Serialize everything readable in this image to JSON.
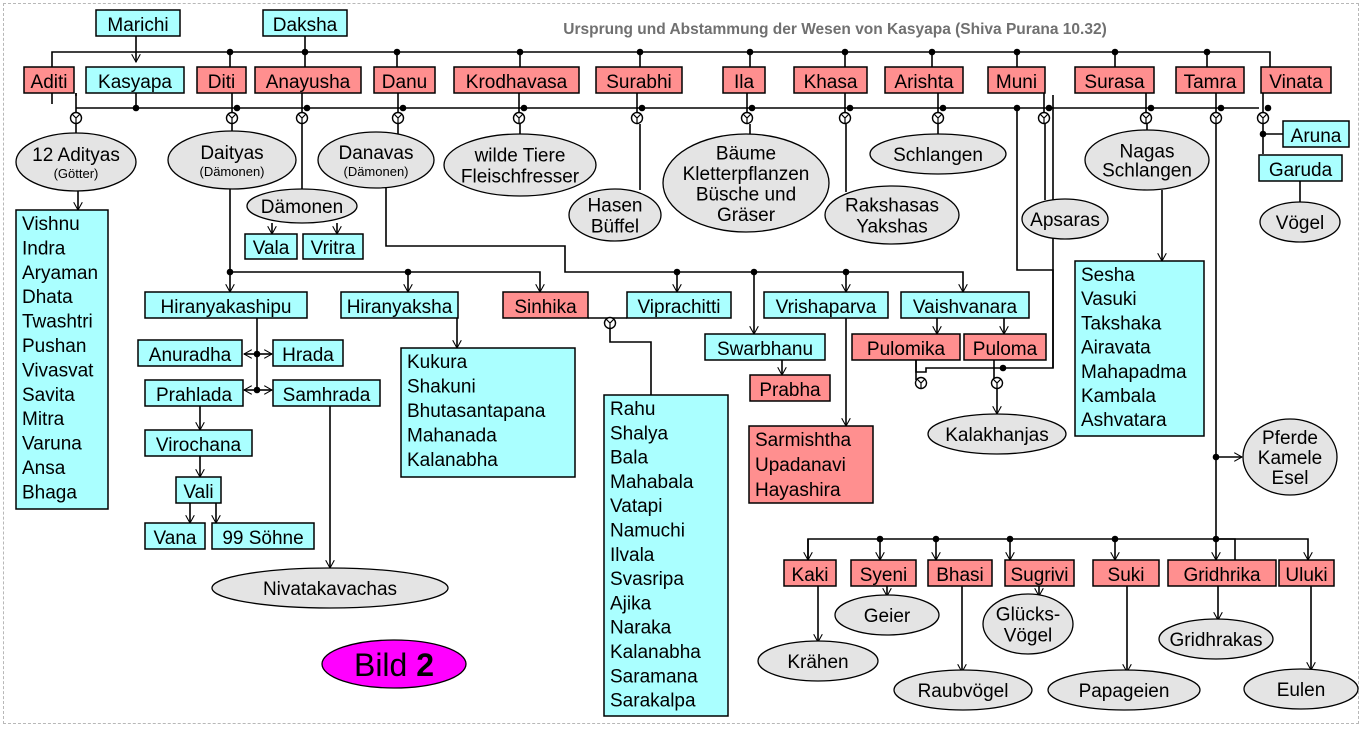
{
  "title": "Ursprung und Abstammung der Wesen von Kasyapa (Shiva Purana 10.32)",
  "badge": {
    "text": "Bild",
    "number": "2",
    "color": "#ff00ff"
  },
  "colors": {
    "male": "#aaffff",
    "female": "#ff8f8f",
    "group": "#e4e4e4"
  },
  "parents": {
    "marichi": "Marichi",
    "daksha": "Daksha",
    "kasyapa": "Kasyapa"
  },
  "wives": [
    "Aditi",
    "Diti",
    "Anayusha",
    "Danu",
    "Krodhavasa",
    "Surabhi",
    "Ila",
    "Khasa",
    "Arishta",
    "Muni",
    "Surasa",
    "Tamra",
    "Vinata"
  ],
  "groups": {
    "adityas": {
      "name": "12 Adityas",
      "note": "(Götter)"
    },
    "daityas": {
      "name": "Daityas",
      "note": "(Dämonen)"
    },
    "danavas": {
      "name": "Danavas",
      "note": "(Dämonen)"
    },
    "daemonen": "Dämonen",
    "wilde_tiere": [
      "wilde Tiere",
      "Fleischfresser"
    ],
    "hasen": [
      "Hasen",
      "Büffel"
    ],
    "baeume": [
      "Bäume",
      "Kletterpflanzen",
      "Büsche und",
      "Gräser"
    ],
    "rakshasas": [
      "Rakshasas",
      "Yakshas"
    ],
    "schlangen": "Schlangen",
    "apsaras": "Apsaras",
    "nagas": [
      "Nagas",
      "Schlangen"
    ],
    "voegel": "Vögel",
    "pferde": [
      "Pferde",
      "Kamele",
      "Esel"
    ],
    "nivatakavachas": "Nivatakavachas",
    "kalakhanjas": "Kalakhanjas"
  },
  "adityas_list": [
    "Vishnu",
    "Indra",
    "Aryaman",
    "Dhata",
    "Twashtri",
    "Pushan",
    "Vivasvat",
    "Savita",
    "Mitra",
    "Varuna",
    "Ansa",
    "Bhaga"
  ],
  "vala": "Vala",
  "vritra": "Vritra",
  "aruna": "Aruna",
  "garuda": "Garuda",
  "hiranyakashipu": "Hiranyakashipu",
  "anuradha": "Anuradha",
  "hrada": "Hrada",
  "prahlada": "Prahlada",
  "samhrada": "Samhrada",
  "virochana": "Virochana",
  "vali": "Vali",
  "vana": "Vana",
  "sons99": "99 Söhne",
  "hiranyaksha": "Hiranyaksha",
  "hiranyaksha_sons": [
    "Kukura",
    "Shakuni",
    "Bhutasantapana",
    "Mahanada",
    "Kalanabha"
  ],
  "sinhika": "Sinhika",
  "viprachitti": "Viprachitti",
  "sinhika_sons": [
    "Rahu",
    "Shalya",
    "Bala",
    "Mahabala",
    "Vatapi",
    "Namuchi",
    "Ilvala",
    "Svasripa",
    "Ajika",
    "Naraka",
    "Kalanabha",
    "Saramana",
    "Sarakalpa"
  ],
  "swarbhanu": "Swarbhanu",
  "prabha": "Prabha",
  "vrishaparva": "Vrishaparva",
  "vrishaparva_daughters": [
    "Sarmishtha",
    "Upadanavi",
    "Hayashira"
  ],
  "vaishvanara": "Vaishvanara",
  "pulomika": "Pulomika",
  "puloma": "Puloma",
  "nagas_list": [
    "Sesha",
    "Vasuki",
    "Takshaka",
    "Airavata",
    "Mahapadma",
    "Kambala",
    "Ashvatara"
  ],
  "tamra_daughters": [
    "Kaki",
    "Syeni",
    "Bhasi",
    "Sugrivi",
    "Suki",
    "Gridhrika",
    "Uluki"
  ],
  "bird_groups": {
    "kaki": "Krähen",
    "syeni": "Geier",
    "bhasi": "Raubvögel",
    "sugrivi": [
      "Glücks-",
      "Vögel"
    ],
    "suki": "Papageien",
    "gridhrika": "Gridhrakas",
    "uluki": "Eulen"
  }
}
